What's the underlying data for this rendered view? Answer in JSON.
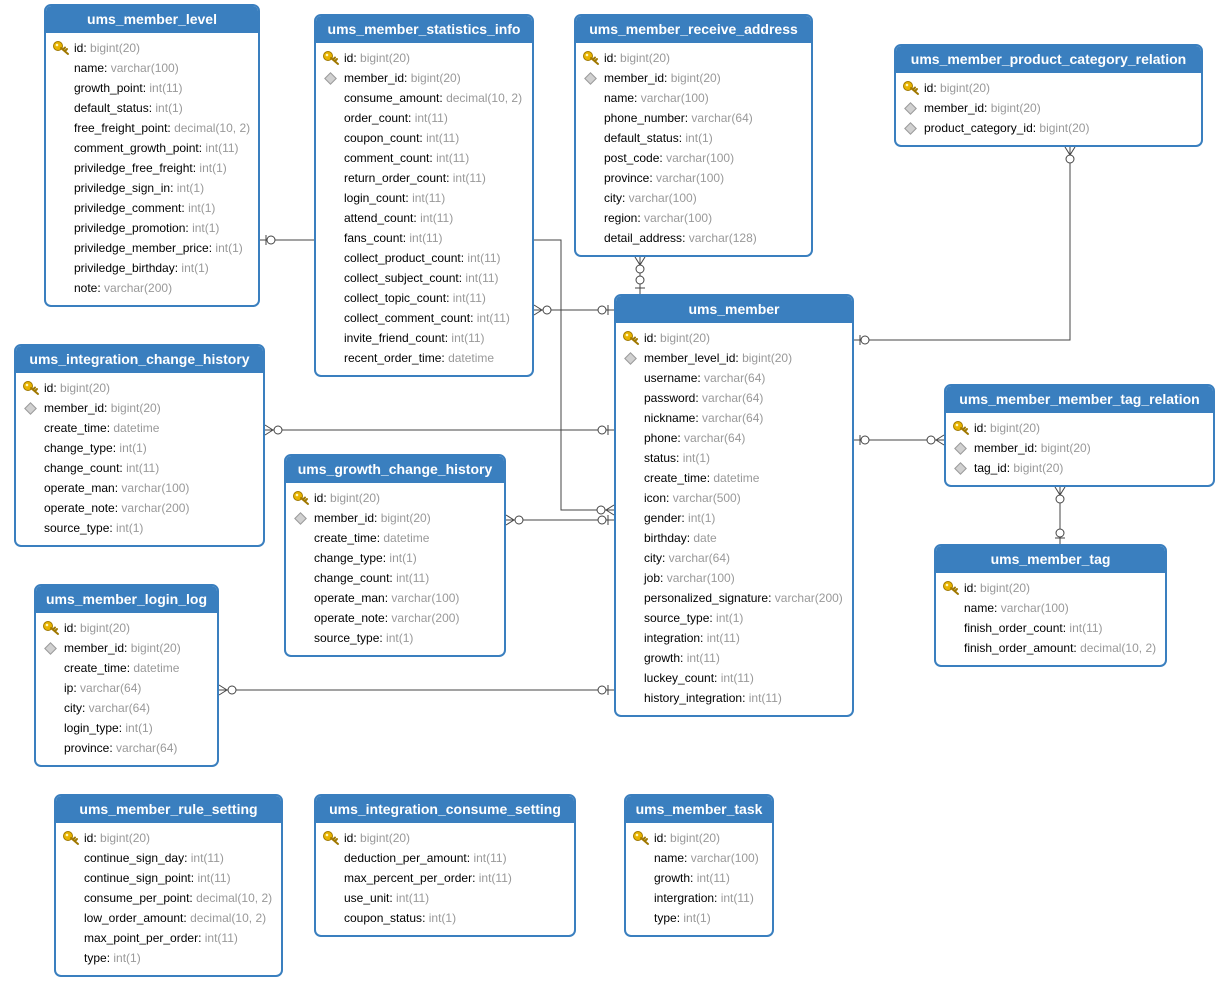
{
  "tables": [
    {
      "name": "ums_member_level",
      "columns": [
        {
          "name": "id",
          "type": "bigint(20)",
          "pk": true
        },
        {
          "name": "name",
          "type": "varchar(100)"
        },
        {
          "name": "growth_point",
          "type": "int(11)"
        },
        {
          "name": "default_status",
          "type": "int(1)"
        },
        {
          "name": "free_freight_point",
          "type": "decimal(10, 2)"
        },
        {
          "name": "comment_growth_point",
          "type": "int(11)"
        },
        {
          "name": "priviledge_free_freight",
          "type": "int(1)"
        },
        {
          "name": "priviledge_sign_in",
          "type": "int(1)"
        },
        {
          "name": "priviledge_comment",
          "type": "int(1)"
        },
        {
          "name": "priviledge_promotion",
          "type": "int(1)"
        },
        {
          "name": "priviledge_member_price",
          "type": "int(1)"
        },
        {
          "name": "priviledge_birthday",
          "type": "int(1)"
        },
        {
          "name": "note",
          "type": "varchar(200)"
        }
      ]
    },
    {
      "name": "ums_member_statistics_info",
      "columns": [
        {
          "name": "id",
          "type": "bigint(20)",
          "pk": true
        },
        {
          "name": "member_id",
          "type": "bigint(20)",
          "fk": true
        },
        {
          "name": "consume_amount",
          "type": "decimal(10, 2)"
        },
        {
          "name": "order_count",
          "type": "int(11)"
        },
        {
          "name": "coupon_count",
          "type": "int(11)"
        },
        {
          "name": "comment_count",
          "type": "int(11)"
        },
        {
          "name": "return_order_count",
          "type": "int(11)"
        },
        {
          "name": "login_count",
          "type": "int(11)"
        },
        {
          "name": "attend_count",
          "type": "int(11)"
        },
        {
          "name": "fans_count",
          "type": "int(11)"
        },
        {
          "name": "collect_product_count",
          "type": "int(11)"
        },
        {
          "name": "collect_subject_count",
          "type": "int(11)"
        },
        {
          "name": "collect_topic_count",
          "type": "int(11)"
        },
        {
          "name": "collect_comment_count",
          "type": "int(11)"
        },
        {
          "name": "invite_friend_count",
          "type": "int(11)"
        },
        {
          "name": "recent_order_time",
          "type": "datetime"
        }
      ]
    },
    {
      "name": "ums_member_receive_address",
      "columns": [
        {
          "name": "id",
          "type": "bigint(20)",
          "pk": true
        },
        {
          "name": "member_id",
          "type": "bigint(20)",
          "fk": true
        },
        {
          "name": "name",
          "type": "varchar(100)"
        },
        {
          "name": "phone_number",
          "type": "varchar(64)"
        },
        {
          "name": "default_status",
          "type": "int(1)"
        },
        {
          "name": "post_code",
          "type": "varchar(100)"
        },
        {
          "name": "province",
          "type": "varchar(100)"
        },
        {
          "name": "city",
          "type": "varchar(100)"
        },
        {
          "name": "region",
          "type": "varchar(100)"
        },
        {
          "name": "detail_address",
          "type": "varchar(128)"
        }
      ]
    },
    {
      "name": "ums_member_product_category_relation",
      "columns": [
        {
          "name": "id",
          "type": "bigint(20)",
          "pk": true
        },
        {
          "name": "member_id",
          "type": "bigint(20)",
          "fk": true
        },
        {
          "name": "product_category_id",
          "type": "bigint(20)",
          "fk": true
        }
      ]
    },
    {
      "name": "ums_integration_change_history",
      "columns": [
        {
          "name": "id",
          "type": "bigint(20)",
          "pk": true
        },
        {
          "name": "member_id",
          "type": "bigint(20)",
          "fk": true
        },
        {
          "name": "create_time",
          "type": "datetime"
        },
        {
          "name": "change_type",
          "type": "int(1)"
        },
        {
          "name": "change_count",
          "type": "int(11)"
        },
        {
          "name": "operate_man",
          "type": "varchar(100)"
        },
        {
          "name": "operate_note",
          "type": "varchar(200)"
        },
        {
          "name": "source_type",
          "type": "int(1)"
        }
      ]
    },
    {
      "name": "ums_member",
      "columns": [
        {
          "name": "id",
          "type": "bigint(20)",
          "pk": true
        },
        {
          "name": "member_level_id",
          "type": "bigint(20)",
          "fk": true
        },
        {
          "name": "username",
          "type": "varchar(64)"
        },
        {
          "name": "password",
          "type": "varchar(64)"
        },
        {
          "name": "nickname",
          "type": "varchar(64)"
        },
        {
          "name": "phone",
          "type": "varchar(64)"
        },
        {
          "name": "status",
          "type": "int(1)"
        },
        {
          "name": "create_time",
          "type": "datetime"
        },
        {
          "name": "icon",
          "type": "varchar(500)"
        },
        {
          "name": "gender",
          "type": "int(1)"
        },
        {
          "name": "birthday",
          "type": "date"
        },
        {
          "name": "city",
          "type": "varchar(64)"
        },
        {
          "name": "job",
          "type": "varchar(100)"
        },
        {
          "name": "personalized_signature",
          "type": "varchar(200)"
        },
        {
          "name": "source_type",
          "type": "int(1)"
        },
        {
          "name": "integration",
          "type": "int(11)"
        },
        {
          "name": "growth",
          "type": "int(11)"
        },
        {
          "name": "luckey_count",
          "type": "int(11)"
        },
        {
          "name": "history_integration",
          "type": "int(11)"
        }
      ]
    },
    {
      "name": "ums_member_member_tag_relation",
      "columns": [
        {
          "name": "id",
          "type": "bigint(20)",
          "pk": true
        },
        {
          "name": "member_id",
          "type": "bigint(20)",
          "fk": true
        },
        {
          "name": "tag_id",
          "type": "bigint(20)",
          "fk": true
        }
      ]
    },
    {
      "name": "ums_growth_change_history",
      "columns": [
        {
          "name": "id",
          "type": "bigint(20)",
          "pk": true
        },
        {
          "name": "member_id",
          "type": "bigint(20)",
          "fk": true
        },
        {
          "name": "create_time",
          "type": "datetime"
        },
        {
          "name": "change_type",
          "type": "int(1)"
        },
        {
          "name": "change_count",
          "type": "int(11)"
        },
        {
          "name": "operate_man",
          "type": "varchar(100)"
        },
        {
          "name": "operate_note",
          "type": "varchar(200)"
        },
        {
          "name": "source_type",
          "type": "int(1)"
        }
      ]
    },
    {
      "name": "ums_member_tag",
      "columns": [
        {
          "name": "id",
          "type": "bigint(20)",
          "pk": true
        },
        {
          "name": "name",
          "type": "varchar(100)"
        },
        {
          "name": "finish_order_count",
          "type": "int(11)"
        },
        {
          "name": "finish_order_amount",
          "type": "decimal(10, 2)"
        }
      ]
    },
    {
      "name": "ums_member_login_log",
      "columns": [
        {
          "name": "id",
          "type": "bigint(20)",
          "pk": true
        },
        {
          "name": "member_id",
          "type": "bigint(20)",
          "fk": true
        },
        {
          "name": "create_time",
          "type": "datetime"
        },
        {
          "name": "ip",
          "type": "varchar(64)"
        },
        {
          "name": "city",
          "type": "varchar(64)"
        },
        {
          "name": "login_type",
          "type": "int(1)"
        },
        {
          "name": "province",
          "type": "varchar(64)"
        }
      ]
    },
    {
      "name": "ums_member_rule_setting",
      "columns": [
        {
          "name": "id",
          "type": "bigint(20)",
          "pk": true
        },
        {
          "name": "continue_sign_day",
          "type": "int(11)"
        },
        {
          "name": "continue_sign_point",
          "type": "int(11)"
        },
        {
          "name": "consume_per_point",
          "type": "decimal(10, 2)"
        },
        {
          "name": "low_order_amount",
          "type": "decimal(10, 2)"
        },
        {
          "name": "max_point_per_order",
          "type": "int(11)"
        },
        {
          "name": "type",
          "type": "int(1)"
        }
      ]
    },
    {
      "name": "ums_integration_consume_setting",
      "columns": [
        {
          "name": "id",
          "type": "bigint(20)",
          "pk": true
        },
        {
          "name": "deduction_per_amount",
          "type": "int(11)"
        },
        {
          "name": "max_percent_per_order",
          "type": "int(11)"
        },
        {
          "name": "use_unit",
          "type": "int(11)"
        },
        {
          "name": "coupon_status",
          "type": "int(1)"
        }
      ]
    },
    {
      "name": "ums_member_task",
      "columns": [
        {
          "name": "id",
          "type": "bigint(20)",
          "pk": true
        },
        {
          "name": "name",
          "type": "varchar(100)"
        },
        {
          "name": "growth",
          "type": "int(11)"
        },
        {
          "name": "intergration",
          "type": "int(11)"
        },
        {
          "name": "type",
          "type": "int(1)"
        }
      ]
    }
  ],
  "colors": {
    "header": "#3a7fbf",
    "border": "#3a7fbf",
    "type_text": "#999999",
    "line": "#444444"
  }
}
